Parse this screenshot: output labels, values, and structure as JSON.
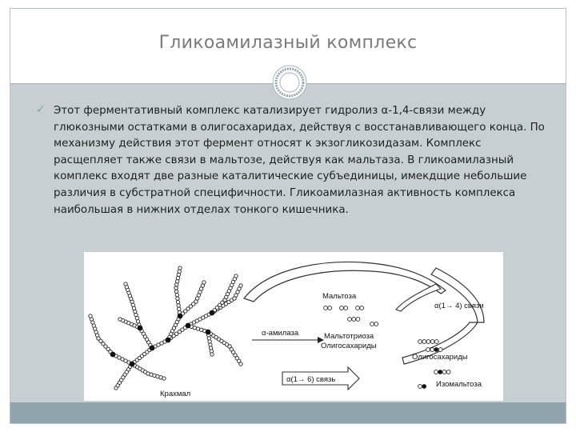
{
  "slide": {
    "title": "Гликоамилазный комплекс",
    "bullet_icon": "check-mark-icon",
    "body": "Этот ферментативный комплекс катализирует гидролиз α-1,4-связи между глюкозными остатками в олигосахаридах, действуя с восстанавливающего конца. По механизму действия этот фермент относят к экзогликозидазам. Комплекс расщепляет также связи в мальтозе, действуя как мальтаза. В гликоамилазный комплекс входят две разные каталитические субъединицы, имекдщие небольшие различия в субстратной специфичности. Гликоамилазная активность комплекса наибольшая в нижних отделах тонкого кишечника."
  },
  "figure": {
    "labels": {
      "starch": "Крахмал",
      "alpha_amylase": "α-амилаза",
      "maltose": "Мальтоза",
      "bond_14": "α(1→ 4) связи",
      "maltotriose": "Мальтотриоза",
      "oligosaccharides_1": "Олигосахариды",
      "oligosaccharides_2": "Олигосахариды",
      "bond_16": "α(1→ 6) связь",
      "isomaltose": "Изомальтоза"
    }
  },
  "colors": {
    "background": "#c6d0d3",
    "title_band": "#ffffff",
    "title_text": "#7a7a7a",
    "bottom_band": "#8fa4ac",
    "check": "#7fa0a8"
  }
}
